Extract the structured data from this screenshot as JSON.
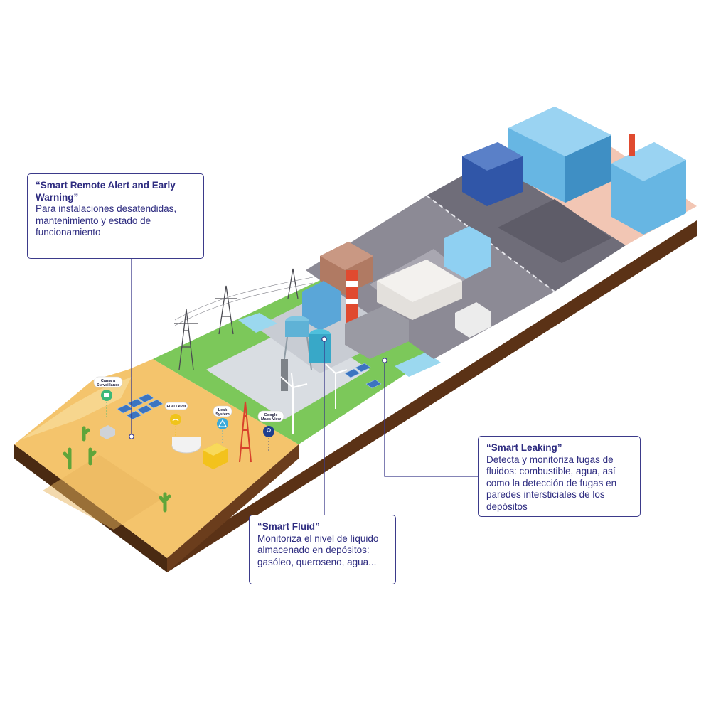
{
  "callouts": {
    "remote_alert": {
      "title": "“Smart Remote Alert and Early Warning”",
      "text": "Para instalaciones desatendidas, mantenimiento y estado de funcionamiento"
    },
    "fluid": {
      "title": "“Smart Fluid”",
      "text": "Monitoriza el nivel de líquido almacenado en depósitos: gasóleo, queroseno, agua..."
    },
    "leaking": {
      "title": "“Smart Leaking”",
      "text": "Detecta y monitoriza fugas de fluidos: combustible, agua, así como la detección de fugas en paredes intersticiales de los depósitos"
    }
  },
  "sensor_badges": [
    {
      "label_line1": "Camara",
      "label_line2": "Surveillance",
      "icon": "camera-icon",
      "color": "#3cb878"
    },
    {
      "label_line1": "Fuel Level",
      "label_line2": "",
      "icon": "fuel-gauge-icon",
      "color": "#f0c419"
    },
    {
      "label_line1": "Leak",
      "label_line2": "System",
      "icon": "warning-icon",
      "color": "#3aa9d8"
    },
    {
      "label_line1": "Google",
      "label_line2": "Maps View",
      "icon": "map-pin-icon",
      "color": "#1f3f8f"
    }
  ],
  "colors": {
    "accent": "#3b3a8a",
    "desert": "#f4c46c",
    "grass": "#7cc85a",
    "soil": "#5b3216",
    "road": "#8c8a95"
  }
}
